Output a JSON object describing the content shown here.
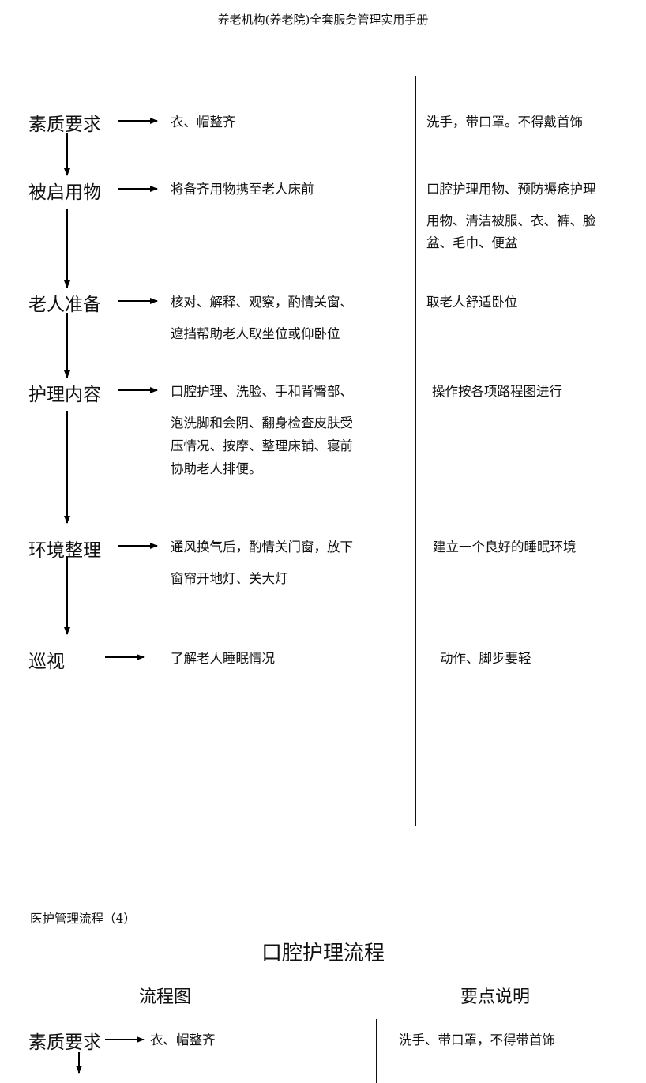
{
  "header": "养老机构(养老院)全套服务管理实用手册",
  "steps": [
    {
      "name": "素质要求",
      "desc": [
        "衣、帽整齐"
      ],
      "note": [
        "洗手，带口罩。不得戴首饰"
      ]
    },
    {
      "name": "被启用物",
      "desc": [
        "将备齐用物携至老人床前"
      ],
      "note": [
        "口腔护理用物、预防褥疮护理",
        "用物、清洁被服、衣、裤、脸",
        "盆、毛巾、便盆"
      ]
    },
    {
      "name": "老人准备",
      "desc": [
        "核对、解释、观察，酌情关窗、",
        "遮挡帮助老人取坐位或仰卧位"
      ],
      "note": [
        "取老人舒适卧位"
      ]
    },
    {
      "name": "护理内容",
      "desc": [
        "口腔护理、洗脸、手和背臀部、",
        "泡洗脚和会阴、翻身检查皮肤受",
        "压情况、按摩、整理床铺、寝前",
        "协助老人排便。"
      ],
      "note": [
        "操作按各项路程图进行"
      ]
    },
    {
      "name": "环境整理",
      "desc": [
        "通风换气后，酌情关门窗，放下",
        "窗帘开地灯、关大灯"
      ],
      "note": [
        "建立一个良好的睡眠环境"
      ]
    },
    {
      "name": "巡视",
      "desc": [
        "了解老人睡眠情况"
      ],
      "note": [
        "动作、脚步要轻"
      ]
    }
  ],
  "section2": {
    "label": "医护管理流程（4）",
    "title": "口腔护理流程",
    "col_left": "流程图",
    "col_right": "要点说明",
    "step": {
      "name": "素质要求",
      "desc": "衣、帽整齐",
      "note": "洗手、带口罩，不得带首饰"
    }
  }
}
